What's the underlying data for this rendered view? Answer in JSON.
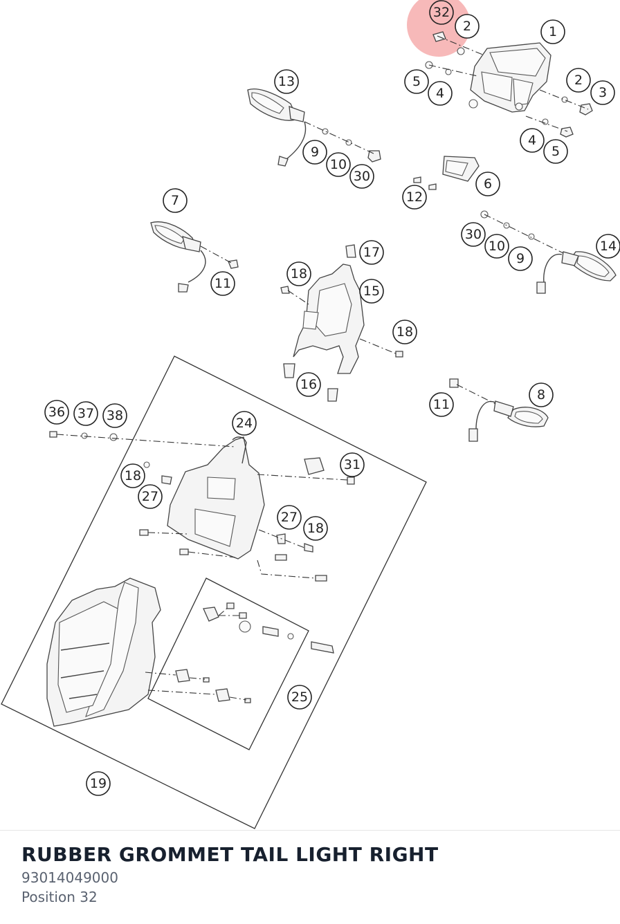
{
  "diagram": {
    "highlight_color": "#f08080",
    "callouts": [
      "1",
      "2",
      "2",
      "3",
      "4",
      "4",
      "5",
      "5",
      "6",
      "7",
      "8",
      "9",
      "9",
      "10",
      "10",
      "11",
      "11",
      "12",
      "13",
      "14",
      "15",
      "16",
      "17",
      "18",
      "18",
      "18",
      "18",
      "19",
      "24",
      "25",
      "27",
      "27",
      "30",
      "30",
      "31",
      "32",
      "36",
      "37",
      "38"
    ]
  },
  "part": {
    "title": "RUBBER GROMMET TAIL LIGHT RIGHT",
    "number": "93014049000",
    "position": "Position 32"
  }
}
